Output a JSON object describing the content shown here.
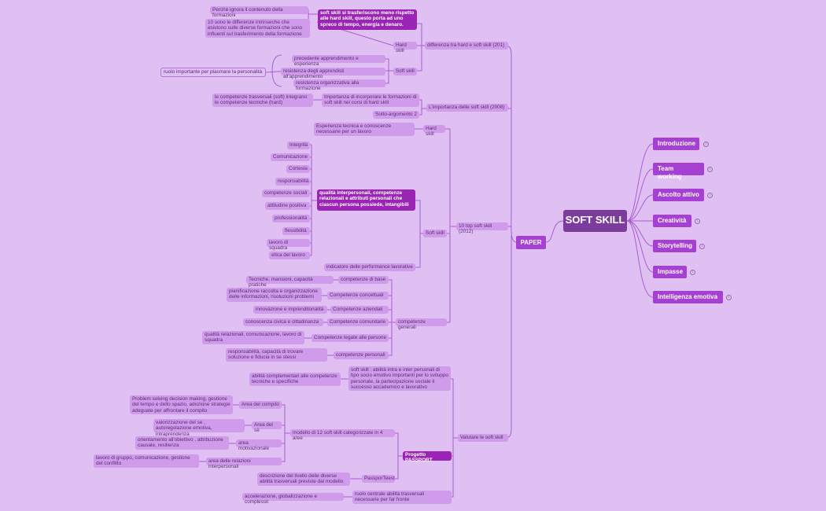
{
  "root": "SOFT SKILL",
  "topics": {
    "introduzione": "Introduzione",
    "team_working": "Team working",
    "ascolto_attivo": "Ascolto attivo",
    "creativita": "Creatività",
    "storytelling": "Storytelling",
    "impasse": "Impasse",
    "intelligenza_emotiva": "Intelligenza emotiva",
    "paper": "PAPER"
  },
  "paper": {
    "diff": {
      "title": "differenza tra hard e soft skill (201)",
      "hard": "Hard skill",
      "hard_main": "soft skill si trasferiscono meno rispetto alle hard skill, questo porta ad uno spreco di tempo, energia e denaro.",
      "hard_q": "Perchè ignora il contenuto della formazioni",
      "hard_diff": "10 sono le differenze intrinseche che esistono sulle diverse formazioni che sono influenti sul trasferimento della formazione",
      "soft": "Soft skill",
      "soft_1": "precedente apprendimento e esperienza",
      "soft_2": "resistenza degli apprendisti all'apprendimento",
      "soft_3": "resistenza organizzativa alla formazione",
      "ruolo": "ruolo importante per plasmare la personalità"
    },
    "importanza": {
      "title": "L'importanza delle soft skill (2008)",
      "incorporare": "Importanza di incorporare le formazioni di soft skill nei corsi di hard skill",
      "integrano": "le competenze trasversali (soft) integrano le competenze tecniche (hard)",
      "sotto": "Sotto-argomento 2"
    },
    "top10": {
      "title": "10 top soft skill (2012)",
      "hard": "Hard skill",
      "hard_desc": "Esperienza tecnica e conoscenze necessarie per un lavoro",
      "soft": "Soft skill",
      "soft_desc": "qualità interpersonali, competenze relazionali e attributi personali che ciascun persona possiede, intangibili",
      "items": [
        "Integrità",
        "Comunicazione",
        "Cortesia",
        "responsabilità",
        "competenze sociali",
        "attitudine positiva",
        "professionalità",
        "flessibilità",
        "lavoro di squadra",
        "etica del lavoro"
      ],
      "indicatore": "indicatore delle performance lavorative"
    },
    "generali": {
      "title": "competenze generali",
      "base": "competenze di base",
      "base_desc": "Tecniche, mansioni, capacità pratiche",
      "concett": "Competenze concettuali",
      "concett_desc": "pianificazione raccolta e organizzazione delle informazioni, risoluzioni problemi",
      "aziend": "Competenze aziendali",
      "aziend_desc": "innovazione e imprenditorialità",
      "comunit": "Competenze comunitarie",
      "comunit_desc": "conoscenza civica e cittadinanza",
      "persone": "Competenze legate alle persone",
      "persone_desc": "qualità relazionali, comunicazione, lavoro di squadra",
      "personali": "competenze personali",
      "personali_desc": "responsabilità, capacità di trovare soluzione e fiducia in se stessi"
    },
    "valutare": {
      "title": "Valutare le soft skill",
      "abilita": "soft skill : abilità intra e inter personali di tipo socio emotivo importanti per lo sviluppo personale, la partecipazione sociale il successo accademico e lavorativo",
      "complementari": "abilità complementari alle competenze tecniche e specifiche",
      "passport": "Progetto PASSPORT",
      "modello": "modello di 12 soft skill categorizzate in 4 aree",
      "compito": "Area del compito",
      "compito_desc": "Problem solving decision making, gestione del tempo e dello spazio, adozione strategie adeguate per affrontare il compito",
      "se": "Area del sè",
      "se_desc": "valorizzazione del se , autoregolazione emotiva, intraprendenza",
      "motiv": "area motivazionale",
      "motiv_desc": "orientamento all'obiettivo , attribuzione causale, resilienza",
      "relaz": "area delle relazioni interpersonali",
      "relaz_desc": "lavoro di gruppo, comunicazione, gestione del conflitto",
      "passportest": "PassporTeest",
      "passportest_desc": "descrizione del livello delle diverse abilità trasversali previste dal modello",
      "ruolo": "ruolo centrale abilità trasversali necessarie per far fronte",
      "accel": "accelerazione, globalizzazione e complessit"
    }
  }
}
